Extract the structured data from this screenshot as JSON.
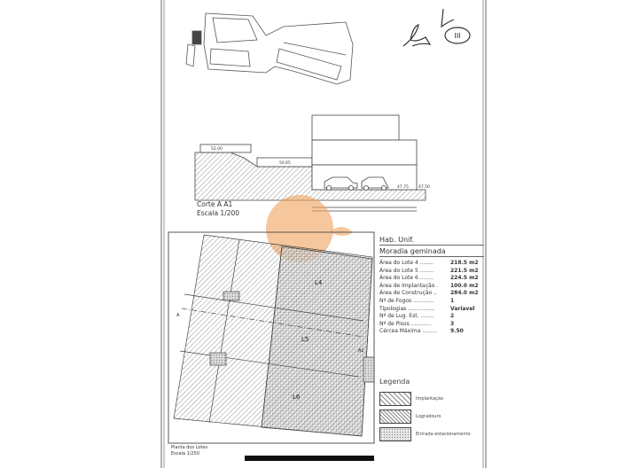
{
  "document": {
    "sheet_number": "III",
    "section": {
      "title": "Corte A A1",
      "scale": "Escala 1/200",
      "levels": [
        "52.00",
        "50.65",
        "47.75",
        "47.50"
      ]
    },
    "plan": {
      "title": "Planta dos Lotes",
      "scale": "Escala 1/250",
      "lot_labels": [
        "L4",
        "L5",
        "L6"
      ],
      "section_markers": [
        "A",
        "A1"
      ]
    },
    "summary": {
      "heading": "Hab. Unif.",
      "subheading": "Moradia geminada",
      "rows": [
        {
          "label": "Área do Lote 4 ........",
          "value": "218.5 m2"
        },
        {
          "label": "Área do Lote 5 ........",
          "value": "221.5 m2"
        },
        {
          "label": "Área do Lote 6 ........",
          "value": "224.5 m2"
        },
        {
          "label": "Área de Implantação .",
          "value": "100.0 m2"
        },
        {
          "label": "Área de Construção ..",
          "value": "284.0 m2"
        },
        {
          "label": "Nº de Fogos ............",
          "value": "1"
        },
        {
          "label": "Tipologias ................",
          "value": "Variavel"
        },
        {
          "label": "Nº de Lug. Est. ........",
          "value": "2"
        },
        {
          "label": "Nº de Pisos ............",
          "value": "3"
        },
        {
          "label": "Cércea Máxima .........",
          "value": "9.50"
        }
      ]
    },
    "legend": {
      "title": "Legenda",
      "items": [
        "Implantação",
        "Logradouro",
        "Entrada estacionamento"
      ]
    },
    "colors": {
      "watermark": "#f0a05a",
      "ink": "#444444"
    }
  }
}
